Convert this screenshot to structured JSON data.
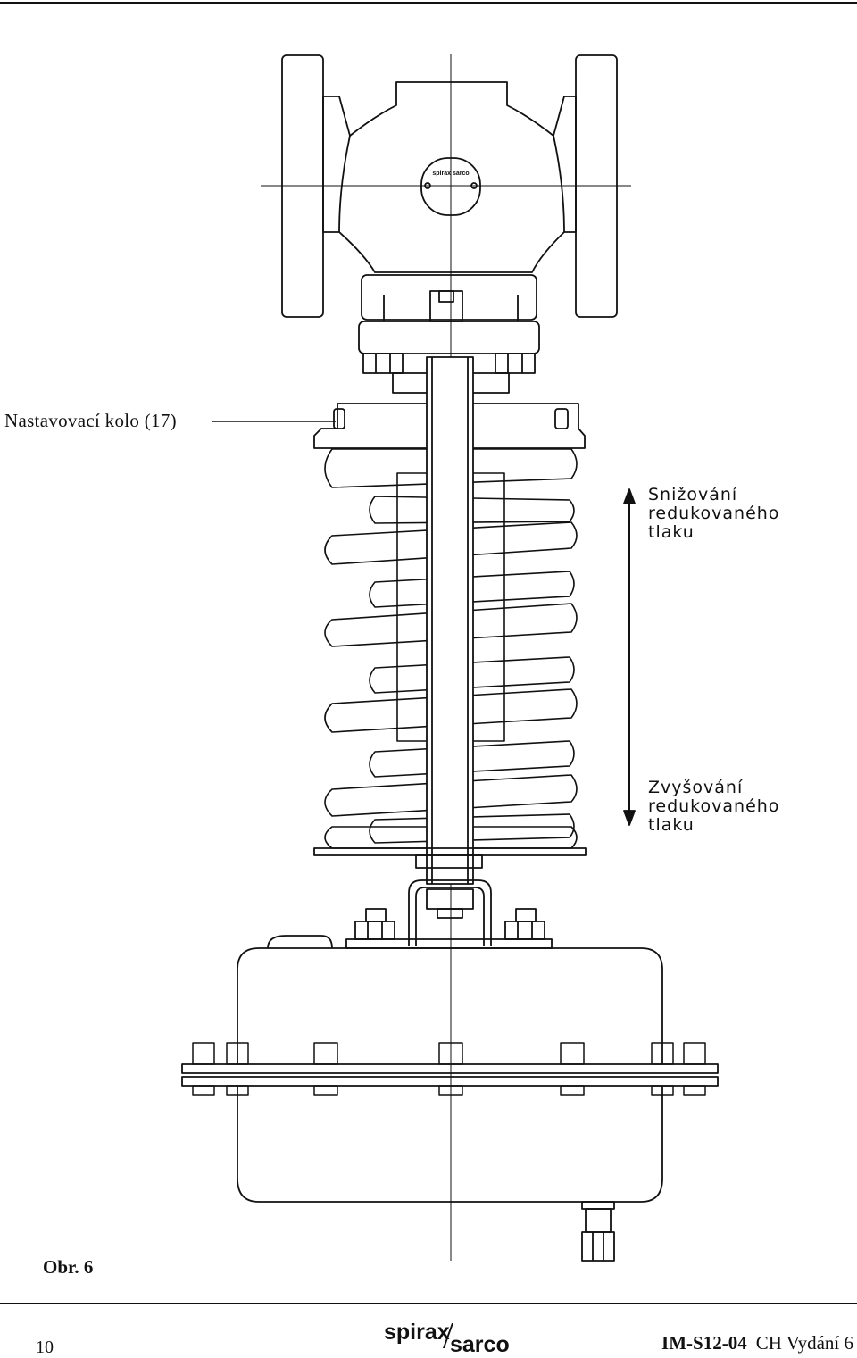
{
  "labels": {
    "adjuster": "Nastavovací  kolo  (17)",
    "decrease": [
      "Snižování",
      "redukovaného",
      "tlaku"
    ],
    "increase": [
      "Zvyšování",
      "redukovaného",
      "tlaku"
    ],
    "figure": "Obr.  6"
  },
  "footer": {
    "page_number": "10",
    "logo_line1": "spirax",
    "logo_line2": "sarco",
    "doc_code": "IM-S12-04",
    "edition": "CH Vydání 6"
  },
  "badge_text": "spirax sarco",
  "icons": [
    "arrow-up-icon",
    "arrow-down-icon",
    "spirax-sarco-logo-icon"
  ],
  "colors": {
    "ink": "#111111",
    "paper": "#ffffff"
  }
}
